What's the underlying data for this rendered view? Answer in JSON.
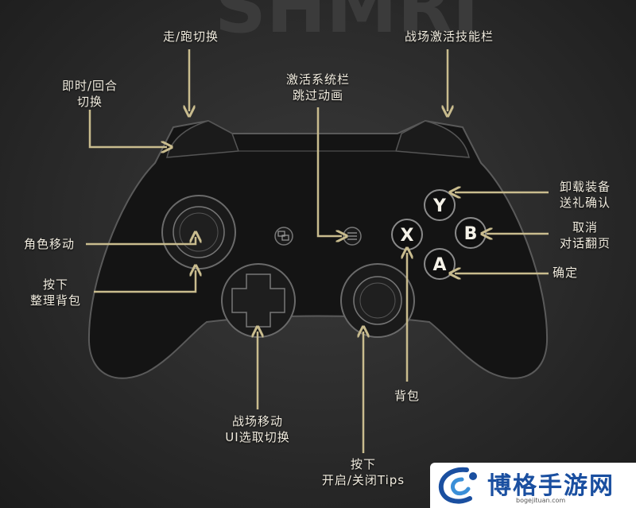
{
  "labels": {
    "walk_run": "走/跑切换",
    "realtime_turn_1": "即时/回合",
    "realtime_turn_2": "切换",
    "system_bar_1": "激活系统栏",
    "system_bar_2": "跳过动画",
    "battle_skill_bar": "战场激活技能栏",
    "unequip_1": "卸载装备",
    "unequip_2": "送礼确认",
    "cancel_1": "取消",
    "cancel_2": "对话翻页",
    "confirm": "确定",
    "move_char": "角色移动",
    "organize_1": "按下",
    "organize_2": "整理背包",
    "battle_move_1": "战场移动",
    "battle_move_2": "UI选取切换",
    "backpack": "背包",
    "tips_1": "按下",
    "tips_2": "开启/关闭Tips"
  },
  "buttons": {
    "y": "Y",
    "b": "B",
    "a": "A",
    "x": "X"
  },
  "watermark": {
    "name": "博格手游网",
    "url": "bogejituan.com"
  },
  "colors": {
    "arrow": "#c9bc8e",
    "text": "#f2ede0",
    "controller": "#141414",
    "watermark_blue": "#1a4fa0"
  }
}
